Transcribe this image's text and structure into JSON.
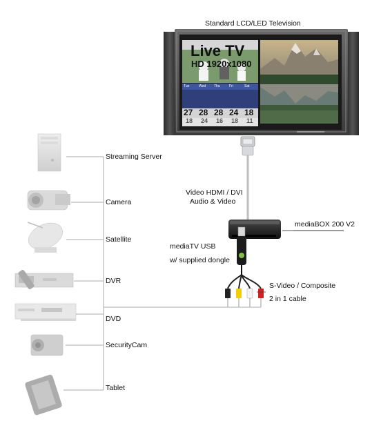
{
  "tv": {
    "title": "Standard LCD/LED Television",
    "live_text": "Live TV",
    "resolution_text": "HD 1920x1080",
    "weather_days": [
      "Tue",
      "Wed",
      "Thu",
      "Fri",
      "Sat"
    ],
    "weather_highs": [
      "27",
      "28",
      "28",
      "24",
      "18"
    ],
    "weather_lows": [
      "18",
      "24",
      "16",
      "18",
      "11"
    ]
  },
  "connection": {
    "line1": "Video HDMI / DVI",
    "line2": "Audio & Video"
  },
  "mediabox": {
    "label": "mediaBOX 200 V2"
  },
  "mediatv": {
    "line1": "mediaTV USB",
    "line2": "w/ supplied dongle"
  },
  "cable": {
    "line1": "S-Video / Composite",
    "line2": "2 in 1 cable"
  },
  "devices": [
    {
      "label": "Streaming Server"
    },
    {
      "label": "Camera"
    },
    {
      "label": "Satellite"
    },
    {
      "label": "DVR"
    },
    {
      "label": "DVD"
    },
    {
      "label": "SecurityCam"
    },
    {
      "label": "Tablet"
    }
  ]
}
